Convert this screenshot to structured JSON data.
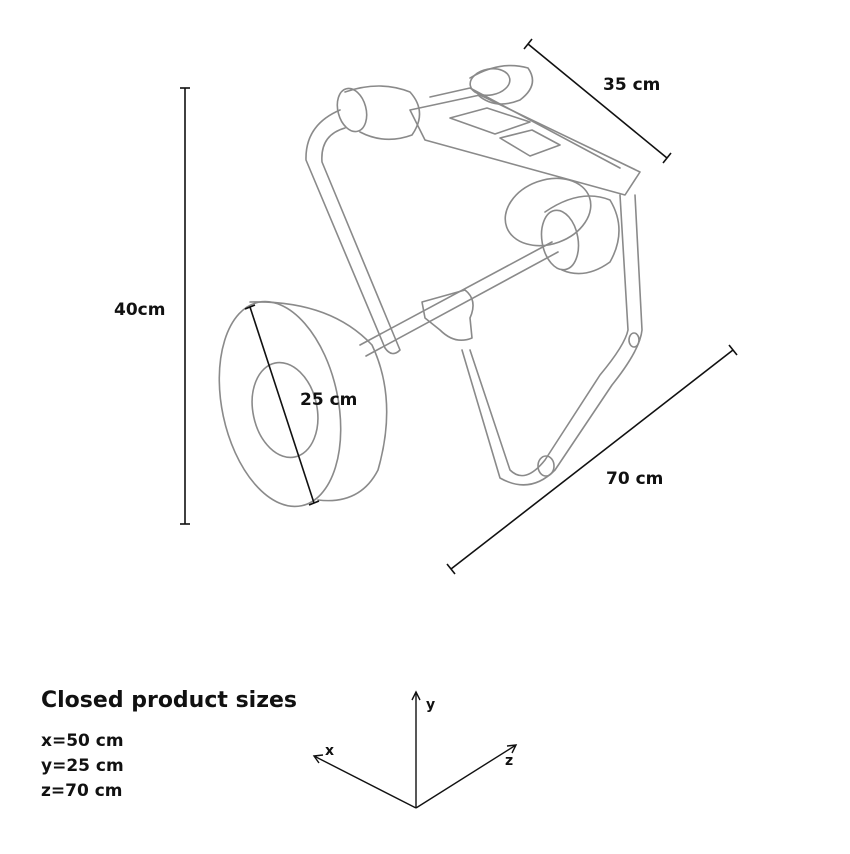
{
  "dimensions": {
    "height": "40cm",
    "depth": "35 cm",
    "length": "70 cm",
    "wheel": "25 cm"
  },
  "closed_sizes": {
    "title": "Closed product sizes",
    "lines": [
      "x=50 cm",
      "y=25 cm",
      "z=70 cm"
    ]
  },
  "axes": {
    "x": "x",
    "y": "y",
    "z": "z"
  },
  "colors": {
    "outline": "#8a8a8a",
    "dimension": "#111111"
  }
}
